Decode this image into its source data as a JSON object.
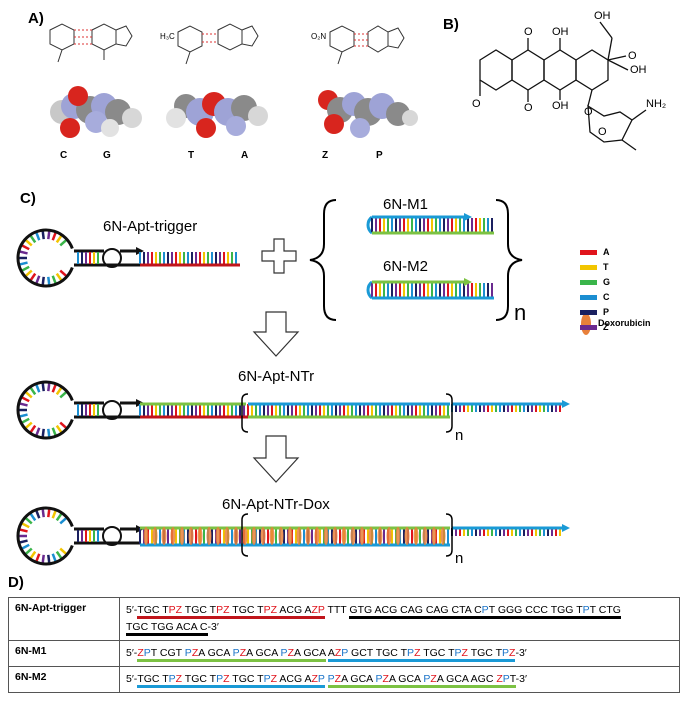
{
  "panels": {
    "a": "A)",
    "b": "B)",
    "c": "C)",
    "d": "D)"
  },
  "panel_a": {
    "pairs": [
      {
        "left": "C",
        "right": "G"
      },
      {
        "left": "T",
        "right": "A"
      },
      {
        "left": "Z",
        "right": "P"
      }
    ],
    "labels": {
      "h3c": "H₃C",
      "o2n": "O₂N"
    }
  },
  "panel_b": {
    "labels": {
      "oh1": "OH",
      "oh2": "OH",
      "oh3": "OH",
      "oh4": "OH",
      "nh2": "NH₂",
      "o1": "O",
      "o2": "O",
      "o3": "O",
      "o4": "O",
      "o5": "O",
      "o6": "O"
    }
  },
  "panel_c": {
    "trigger_label": "6N-Apt-trigger",
    "m1_label": "6N-M1",
    "m2_label": "6N-M2",
    "n_bracket": "n",
    "ntr_label": "6N-Apt-NTr",
    "ntr_n": "n",
    "dox_label": "6N-Apt-NTr-Dox",
    "dox_n": "n",
    "legend": [
      {
        "label": "A",
        "color": "#e0141c"
      },
      {
        "label": "T",
        "color": "#f2c500"
      },
      {
        "label": "G",
        "color": "#3ab54a"
      },
      {
        "label": "C",
        "color": "#1b8ed1"
      },
      {
        "label": "P",
        "color": "#1a2060"
      },
      {
        "label": "Z",
        "color": "#6a2a8f"
      }
    ],
    "doxorubicin_label": "Doxorubicin",
    "doxorubicin_color": "#e8803a"
  },
  "panel_d": {
    "rows": [
      {
        "name": "6N-Apt-trigger"
      },
      {
        "name": "6N-M1"
      },
      {
        "name": "6N-M2"
      }
    ]
  }
}
